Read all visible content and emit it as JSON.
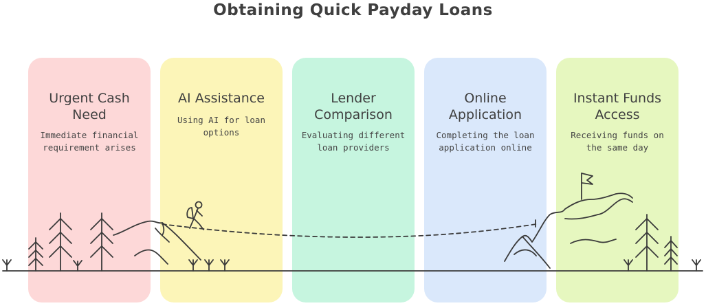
{
  "title": "Obtaining Quick Payday Loans",
  "stages": [
    {
      "heading": "Urgent Cash Need",
      "description": "Immediate financial requirement arises",
      "color": "#fdd8d8"
    },
    {
      "heading": "AI Assistance",
      "description": "Using AI for loan options",
      "color": "#fcf5b8"
    },
    {
      "heading": "Lender Comparison",
      "description": "Evaluating different loan providers",
      "color": "#c6f5df"
    },
    {
      "heading": "Online Application",
      "description": "Completing the loan application online",
      "color": "#dae8fb"
    },
    {
      "heading": "Instant Funds Access",
      "description": "Receiving funds on the same day",
      "color": "#e6f7bf"
    }
  ],
  "icons": [
    "tree-icon",
    "hiker-icon",
    "mountain-icon",
    "flag-icon",
    "grass-icon"
  ]
}
